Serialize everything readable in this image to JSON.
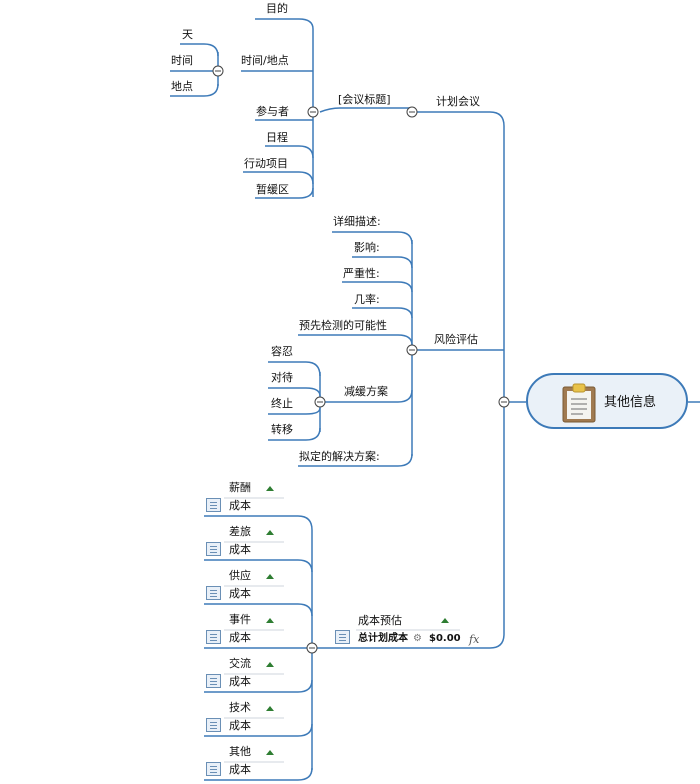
{
  "root": {
    "label": "其他信息",
    "icon": "clipboard-icon"
  },
  "meeting": {
    "label": "计划会议",
    "title": "[会议标题]",
    "purpose": "目的",
    "time_place": {
      "label": "时间/地点",
      "day": "天",
      "time": "时间",
      "place": "地点"
    },
    "attendees": "参与者",
    "agenda": "日程",
    "action_items": "行动项目",
    "parking_lot": "暂缓区"
  },
  "risk": {
    "label": "风险评估",
    "description": "详细描述:",
    "impact": "影响:",
    "severity": "严重性:",
    "probability": "几率:",
    "early_detection": "预先检测的可能性",
    "mitigation": {
      "label": "减缓方案",
      "tolerate": "容忍",
      "treat": "对待",
      "terminate": "终止",
      "transfer": "转移"
    },
    "proposed_solution": "拟定的解决方案:"
  },
  "cost": {
    "label": "成本预估",
    "total_label": "总计划成本",
    "total_value": "$0.00",
    "fx": "fx",
    "cost_word": "成本",
    "items": [
      "薪酬",
      "差旅",
      "供应",
      "事件",
      "交流",
      "技术",
      "其他"
    ]
  },
  "colors": {
    "line": "#3d7ab8",
    "flag": "#2e7d32"
  }
}
